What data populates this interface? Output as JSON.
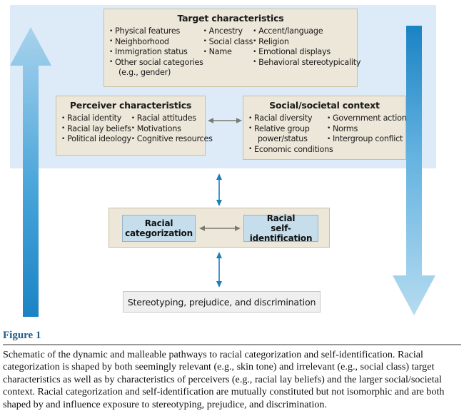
{
  "figure": {
    "label": "Figure 1",
    "caption": "Schematic of the dynamic and malleable pathways to racial categorization and self-identification. Racial categorization is shaped by both seemingly relevant (e.g., skin tone) and irrelevant (e.g., social class) target characteristics as well as by characteristics of perceivers (e.g., racial lay beliefs) and the larger social/societal context. Racial categorization and self-identification are mutually constituted but not isomorphic and are both shaped by and influence exposure to stereotyping, prejudice, and discrimination."
  },
  "colors": {
    "context_panel": "#dcebf7",
    "beige_box": "#ece7d9",
    "beige_border": "#c9bfa4",
    "inner_blue": "#c6ddec",
    "inner_blue_border": "#93b4cd",
    "gray_box": "#efefef",
    "arrow_blue_dark": "#1b83c4",
    "arrow_blue_light": "#a8d3ec",
    "connector_blue": "#1b7fbd",
    "connector_gray": "#7a7a72",
    "figure_label_blue": "#1f5c8b"
  },
  "target": {
    "title": "Target characteristics",
    "col1": [
      "Physical features",
      "Neighborhood",
      "Immigration status",
      "Other social categories",
      "(e.g., gender)"
    ],
    "col2": [
      "Ancestry",
      "Social class",
      "Name"
    ],
    "col3": [
      "Accent/language",
      "Religion",
      "Emotional displays",
      "Behavioral stereotypicality"
    ]
  },
  "perceiver": {
    "title": "Perceiver characteristics",
    "col1": [
      "Racial identity",
      "Racial lay beliefs",
      "Political ideology"
    ],
    "col2": [
      "Racial attitudes",
      "Motivations",
      "Cognitive resources"
    ]
  },
  "social": {
    "title": "Social/societal context",
    "col1": [
      "Racial diversity",
      "Relative group",
      "power/status",
      "Economic conditions"
    ],
    "col2": [
      "Government action",
      "Norms",
      "Intergroup conflict"
    ]
  },
  "middle": {
    "categorization": "Racial categorization",
    "categorization_line1": "Racial",
    "categorization_line2": "categorization",
    "self_identification": "Racial self-identification",
    "self_line1": "Racial",
    "self_line2": "self-identification"
  },
  "outcome": {
    "label": "Stereotyping, prejudice, and discrimination"
  },
  "arrows": {
    "left_big": "up-gradient-arrow",
    "right_big": "down-gradient-arrow",
    "context_to_mid": "vertical-double-arrow",
    "mid_to_outcome": "vertical-double-arrow",
    "perceiver_social": "horizontal-double-arrow",
    "cat_self": "horizontal-double-arrow"
  }
}
